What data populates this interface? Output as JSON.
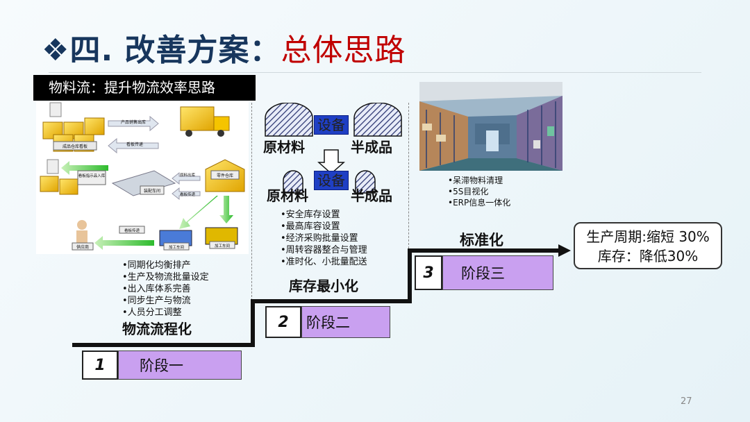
{
  "title": {
    "prefix": "❖四. 改善方案：",
    "highlight": "总体思路"
  },
  "section_header": "物料流：提升物流效率思路",
  "stage1": {
    "number": "1",
    "label": "阶段一",
    "name": "物流流程化",
    "bullets": [
      "•同期化均衡排产",
      "•生产及物流批量设定",
      "•出入库体系完善",
      "•同步生产与物流",
      "•人员分工调整"
    ]
  },
  "stage2": {
    "number": "2",
    "label": "阶段二",
    "name": "库存最小化",
    "bullets": [
      "•安全库存设置",
      "•最高库容设置",
      "•经济采购批量设置",
      "•周转容器整合与管理",
      "•准时化、小批量配送"
    ],
    "diagram": {
      "raw": "原材料",
      "device": "设备",
      "semi": "半成品"
    }
  },
  "stage3": {
    "number": "3",
    "label": "阶段三",
    "name": "标准化",
    "bullets": [
      "•呆滞物料清理",
      "•5S目视化",
      "•ERP信息一体化"
    ]
  },
  "result": {
    "line1": "生产周期:缩短 30%",
    "line2": "库存：降低30%"
  },
  "flow_labels": [
    "产品销售出库",
    "成品仓库看板",
    "看板传递",
    "看板指示品入库",
    "装配车间",
    "原料出库",
    "零件仓库",
    "看板传递",
    "看板传递",
    "加工车间",
    "加工车间",
    "供应商"
  ],
  "page_number": "27",
  "colors": {
    "title": "#17365d",
    "highlight": "#c00000",
    "stage_fill": "#c9a0f0",
    "device_box": "#1f3fc4"
  }
}
